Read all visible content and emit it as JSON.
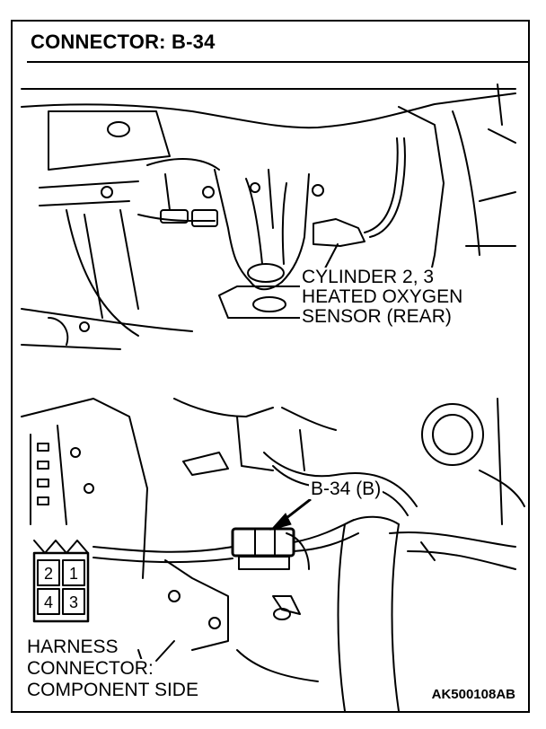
{
  "title": "CONNECTOR: B-34",
  "upper_callout": {
    "line1": "CYLINDER 2, 3",
    "line2": "HEATED OXYGEN",
    "line3": "SENSOR (REAR)"
  },
  "lower_callout": "B-34 (B)",
  "harness": {
    "line1": "HARNESS",
    "line2": "CONNECTOR:",
    "line3": "COMPONENT SIDE",
    "pins": [
      "2",
      "1",
      "4",
      "3"
    ]
  },
  "figure_code": "AK500108AB"
}
